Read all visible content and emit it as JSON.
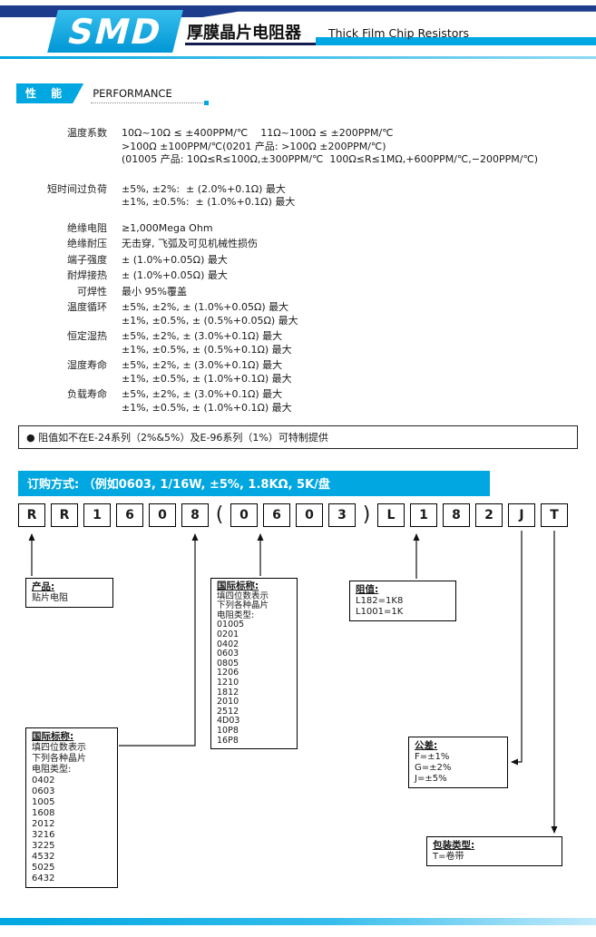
{
  "header": {
    "logo": "SMD",
    "title_cn": "厚膜晶片电阻器",
    "title_en": "Thick Film Chip Resistors"
  },
  "performance": {
    "badge_cn": "性 能",
    "badge_en": "PERFORMANCE",
    "rows": [
      {
        "label": "温度系数",
        "lines": [
          "10Ω~10Ω ≤ ±400PPM/℃    11Ω~100Ω ≤ ±200PPM/℃",
          ">100Ω ±100PPM/℃(0201 产品: >100Ω ±200PPM/℃)",
          "(01005 产品: 10Ω≤R≤100Ω,±300PPM/℃  100Ω≤R≤1MΩ,+600PPM/℃,−200PPM/℃)"
        ]
      },
      {
        "label": "短时间过负荷",
        "lines": [
          "±5%, ±2%:  ± (2.0%+0.1Ω) 最大",
          "±1%, ±0.5%:  ± (1.0%+0.1Ω) 最大"
        ]
      },
      {
        "label": "绝缘电阻",
        "lines": [
          "≥1,000Mega Ohm"
        ]
      },
      {
        "label": "绝缘耐压",
        "lines": [
          "无击穿, 飞弧及可见机械性损伤"
        ]
      },
      {
        "label": "端子强度",
        "lines": [
          "± (1.0%+0.05Ω) 最大"
        ]
      },
      {
        "label": "耐焊接热",
        "lines": [
          "± (1.0%+0.05Ω) 最大"
        ]
      },
      {
        "label": "可焊性",
        "lines": [
          "最小 95%覆盖"
        ]
      },
      {
        "label": "温度循环",
        "lines": [
          "±5%, ±2%, ± (1.0%+0.05Ω) 最大",
          "±1%, ±0.5%, ± (0.5%+0.05Ω) 最大"
        ]
      },
      {
        "label": "恒定湿热",
        "lines": [
          "±5%, ±2%, ± (3.0%+0.1Ω) 最大",
          "±1%, ±0.5%, ± (0.5%+0.1Ω) 最大"
        ]
      },
      {
        "label": "湿度寿命",
        "lines": [
          "±5%, ±2%, ± (3.0%+0.1Ω) 最大",
          "±1%, ±0.5%, ± (1.0%+0.1Ω) 最大"
        ]
      },
      {
        "label": "负载寿命",
        "lines": [
          "±5%, ±2%, ± (3.0%+0.1Ω) 最大",
          "±1%, ±0.5%, ± (1.0%+0.1Ω) 最大"
        ]
      }
    ],
    "note": "● 阻值如不在E-24系列（2%&5%）及E-96系列（1%）可特制提供"
  },
  "ordering": {
    "banner": "订购方式: （例如0603, 1/16W, ±5%, 1.8KΩ, 5K/盘",
    "code": [
      "R",
      "R",
      "1",
      "6",
      "0",
      "8",
      "(",
      "0",
      "6",
      "0",
      "3",
      ")",
      "L",
      "1",
      "8",
      "2",
      "J",
      "T"
    ],
    "boxes": {
      "product": {
        "title": "产品:",
        "lines": [
          "贴片电阻"
        ]
      },
      "inch_size": {
        "title": "国际标称:",
        "lines": [
          "填四位数表示",
          "下列各种晶片",
          "电阻类型:",
          "01005",
          "0201",
          "0402",
          "0603",
          "0805",
          "1206",
          "1210",
          "1812",
          "2010",
          "2512",
          "4D03",
          "10P8",
          "16P8"
        ]
      },
      "resistance": {
        "title": "阻值:",
        "lines": [
          "L182=1K8",
          "L1001=1K"
        ]
      },
      "metric_size": {
        "title": "国际标称:",
        "lines": [
          "填四位数表示",
          "下列各种晶片",
          "电阻类型:",
          "0402",
          "0603",
          "1005",
          "1608",
          "2012",
          "3216",
          "3225",
          "4532",
          "5025",
          "6432"
        ]
      },
      "tolerance": {
        "title": "公差:",
        "lines": [
          "F=±1%",
          "G=±2%",
          "J=±5%"
        ]
      },
      "packing": {
        "title": "包装类型:",
        "lines": [
          "T=卷带"
        ]
      }
    }
  },
  "colors": {
    "cyan": "#00a7e1",
    "navy": "#1e3c8c"
  }
}
